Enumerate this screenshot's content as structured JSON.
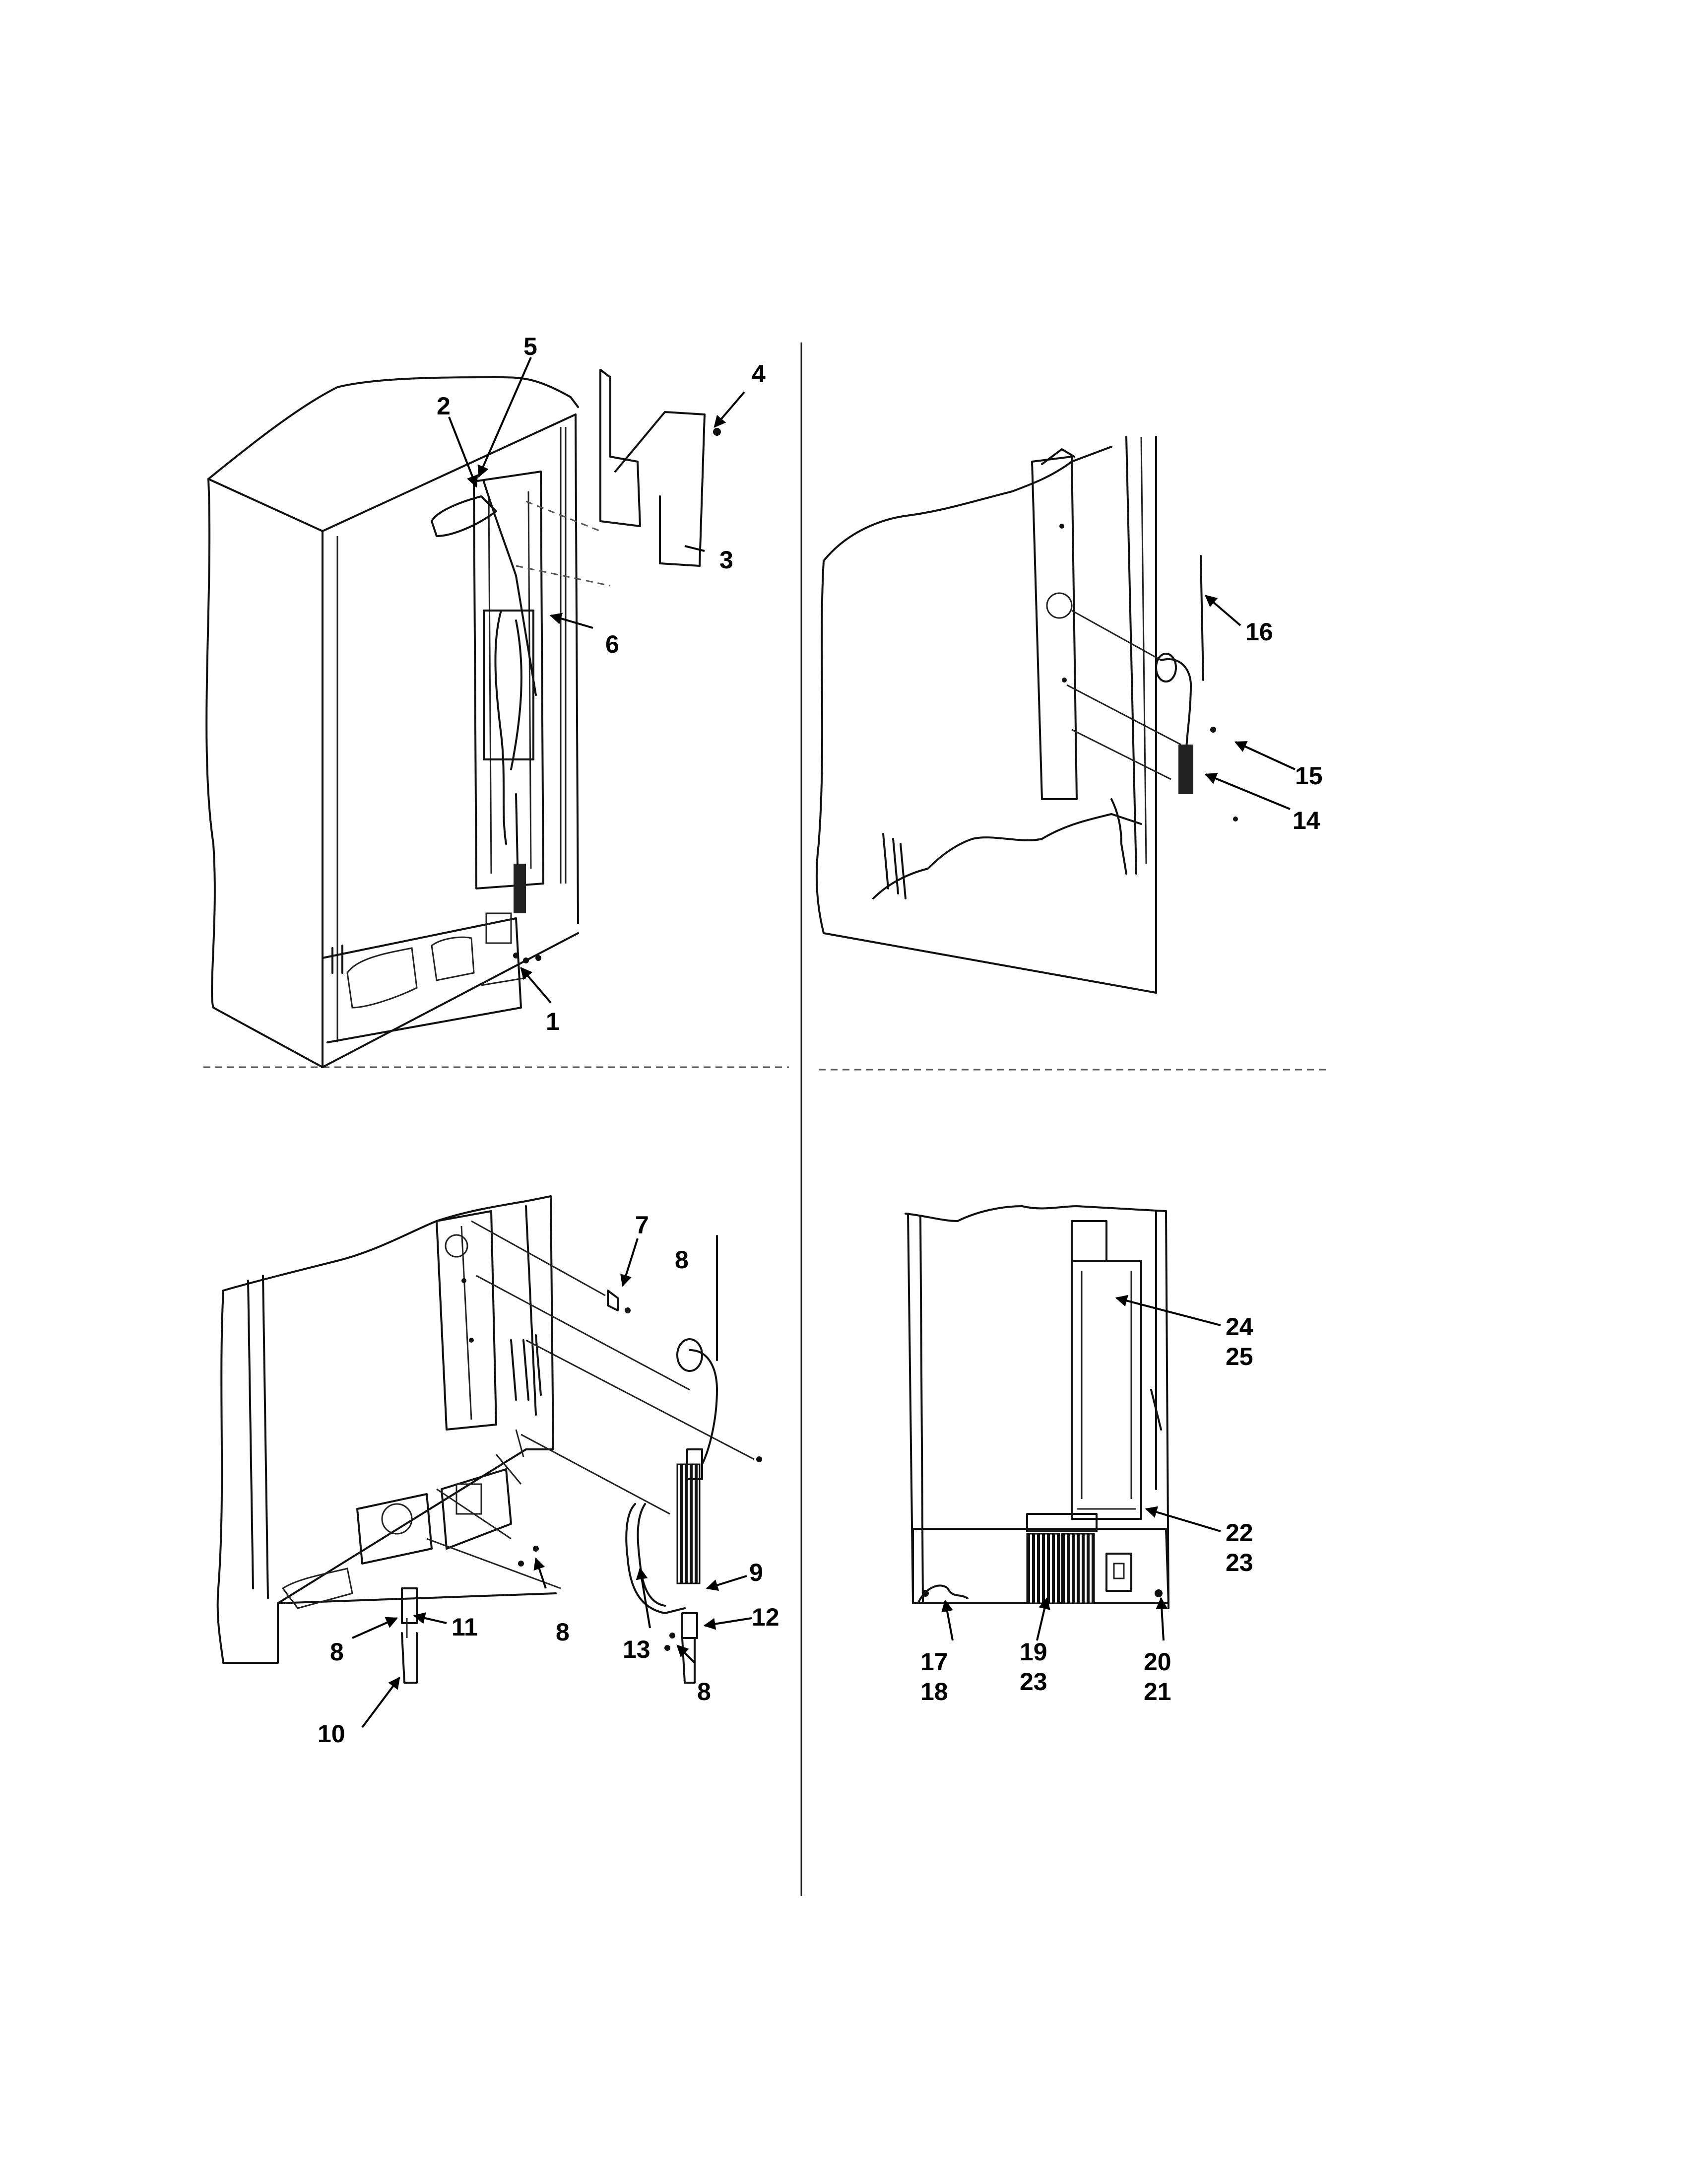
{
  "labels": {
    "l1": "1",
    "l2": "2",
    "l3": "3",
    "l4": "4",
    "l5": "5",
    "l6": "6",
    "l7": "7",
    "l8a": "8",
    "l8b": "8",
    "l8c": "8",
    "l8d": "8",
    "l9": "9",
    "l10": "10",
    "l11": "11",
    "l12": "12",
    "l13": "13",
    "l14": "14",
    "l15": "15",
    "l16": "16",
    "l17": "17",
    "l18": "18",
    "l19": "19",
    "l23a": "23",
    "l20": "20",
    "l21": "21",
    "l22": "22",
    "l23b": "23",
    "l24": "24",
    "l25": "25"
  }
}
